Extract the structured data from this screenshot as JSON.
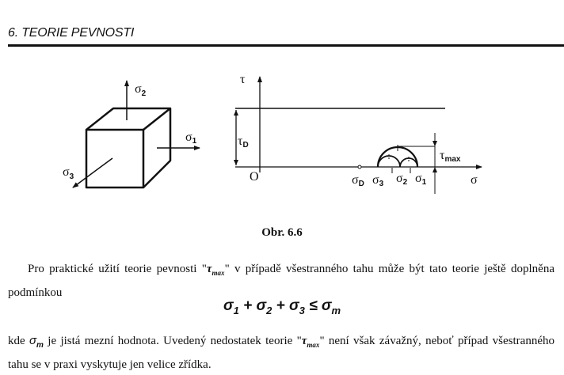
{
  "header": {
    "title": "6. TEORIE PEVNOSTI"
  },
  "figure": {
    "caption": "Obr. 6.6",
    "cube_labels": {
      "sigma1": "σ",
      "sigma1_sub": "1",
      "sigma2": "σ",
      "sigma2_sub": "2",
      "sigma3": "σ",
      "sigma3_sub": "3"
    },
    "mohr_diagram": {
      "y_axis_label": "τ",
      "x_axis_label": "σ",
      "origin_label": "O",
      "tau_d_label": "τ",
      "tau_d_sub": "D",
      "sigma_d_label": "σ",
      "sigma_d_sub": "D",
      "sigma3_label": "σ",
      "sigma3_sub": "3",
      "sigma2_label": "σ",
      "sigma2_sub": "2",
      "sigma1_label": "σ",
      "sigma1_sub": "1",
      "tau_max_label": "τ",
      "tau_max_sub": "max"
    }
  },
  "body": {
    "p1_before": "Pro praktické užití teorie pevnosti \"",
    "p1_tau": "τ",
    "p1_tau_sub": "max",
    "p1_after": "\" v případě všestranného tahu může být tato teorie ještě doplněna podmínkou",
    "equation": {
      "s1": "σ",
      "s1_sub": "1",
      "plus1": " + ",
      "s2": "σ",
      "s2_sub": "2",
      "plus2": " + ",
      "s3": "σ",
      "s3_sub": "3",
      "leq": " ≤ ",
      "sm": "σ",
      "sm_sub": "m"
    },
    "p2_kde": "kde ",
    "p2_sigma": "σ",
    "p2_sigma_sub": "m",
    "p2_mid": " je jistá mezní hodnota. Uvedený nedostatek teorie \"",
    "p2_tau": "τ",
    "p2_tau_sub": "max",
    "p2_after": "\" není však závažný, neboť případ všestranného tahu se v praxi vyskytuje jen velice zřídka."
  }
}
